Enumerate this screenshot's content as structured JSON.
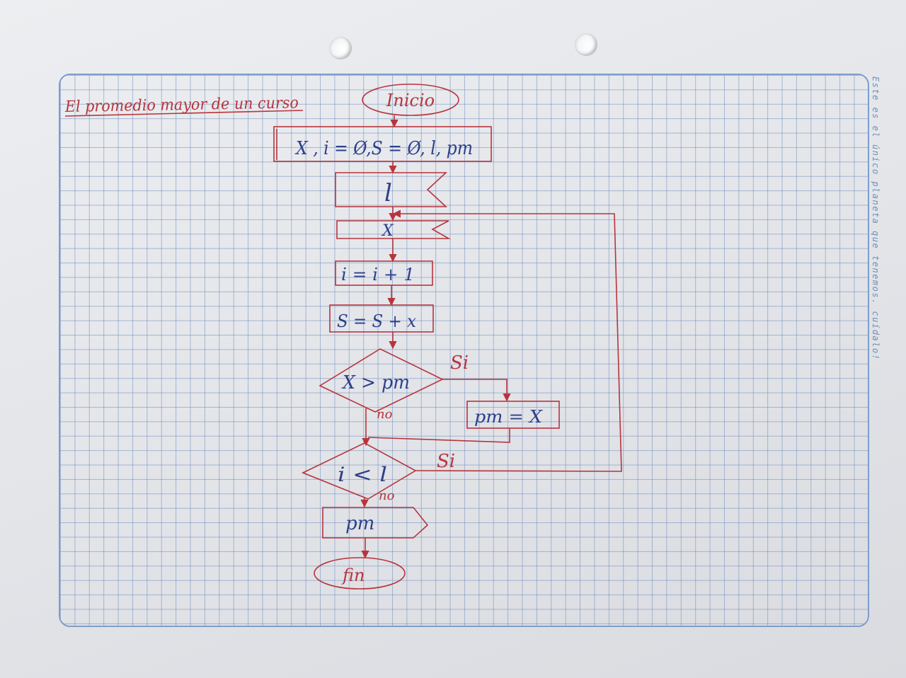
{
  "sheet": {
    "title": "El promedio mayor de un curso",
    "margin_note": "Este es el único planeta que tenemos. cuídalo!"
  },
  "flowchart": {
    "start": "Inicio",
    "init": "X , i = Ø,S = Ø, l, pm",
    "input_l": "l",
    "input_x": "X",
    "increment": "i = i + 1",
    "accumulate": "S = S + x",
    "decision_max": "X > pm",
    "decision_max_yes": "Si",
    "decision_max_no": "no",
    "assign_max": "pm = X",
    "decision_loop": "i < l",
    "decision_loop_yes": "Si",
    "decision_loop_no": "no",
    "output": "pm",
    "end": "fin"
  },
  "colors": {
    "ink_red": "#b8343c",
    "ink_blue": "#2d3f8a",
    "grid_blue": "#7f9ec9"
  }
}
